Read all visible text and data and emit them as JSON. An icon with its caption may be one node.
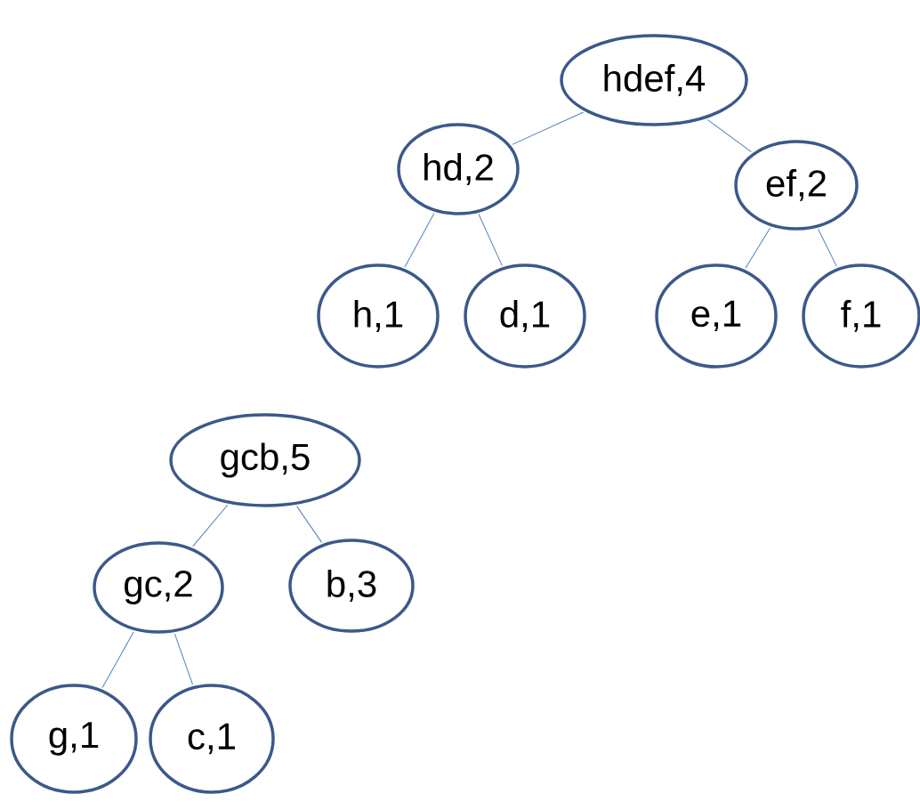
{
  "diagram": {
    "nodes": [
      {
        "text": [
          "hdef,4"
        ]
      },
      {
        "text": [
          "hd,2"
        ]
      },
      {
        "text": [
          "ef,2"
        ]
      },
      {
        "text": [
          "h,1"
        ]
      },
      {
        "text": [
          "d,1"
        ]
      },
      {
        "text": [
          "e,1"
        ]
      },
      {
        "text": [
          "f,1"
        ]
      },
      {
        "text": [
          "gcb,5"
        ]
      },
      {
        "text": [
          "gc,2"
        ]
      },
      {
        "text": [
          "b,3"
        ]
      },
      {
        "text": [
          "g,1"
        ]
      },
      {
        "text": [
          "c,1"
        ]
      }
    ],
    "edges": [
      {
        "from": 0,
        "to": 1,
        "arrow": "none"
      },
      {
        "from": 0,
        "to": 2,
        "arrow": "none"
      },
      {
        "from": 1,
        "to": 3,
        "arrow": "none"
      },
      {
        "from": 1,
        "to": 4,
        "arrow": "none"
      },
      {
        "from": 2,
        "to": 5,
        "arrow": "none"
      },
      {
        "from": 2,
        "to": 6,
        "arrow": "none"
      },
      {
        "from": 7,
        "to": 8,
        "arrow": "none"
      },
      {
        "from": 7,
        "to": 9,
        "arrow": "none"
      },
      {
        "from": 8,
        "to": 10,
        "arrow": "none"
      },
      {
        "from": 8,
        "to": 11,
        "arrow": "none"
      }
    ]
  }
}
